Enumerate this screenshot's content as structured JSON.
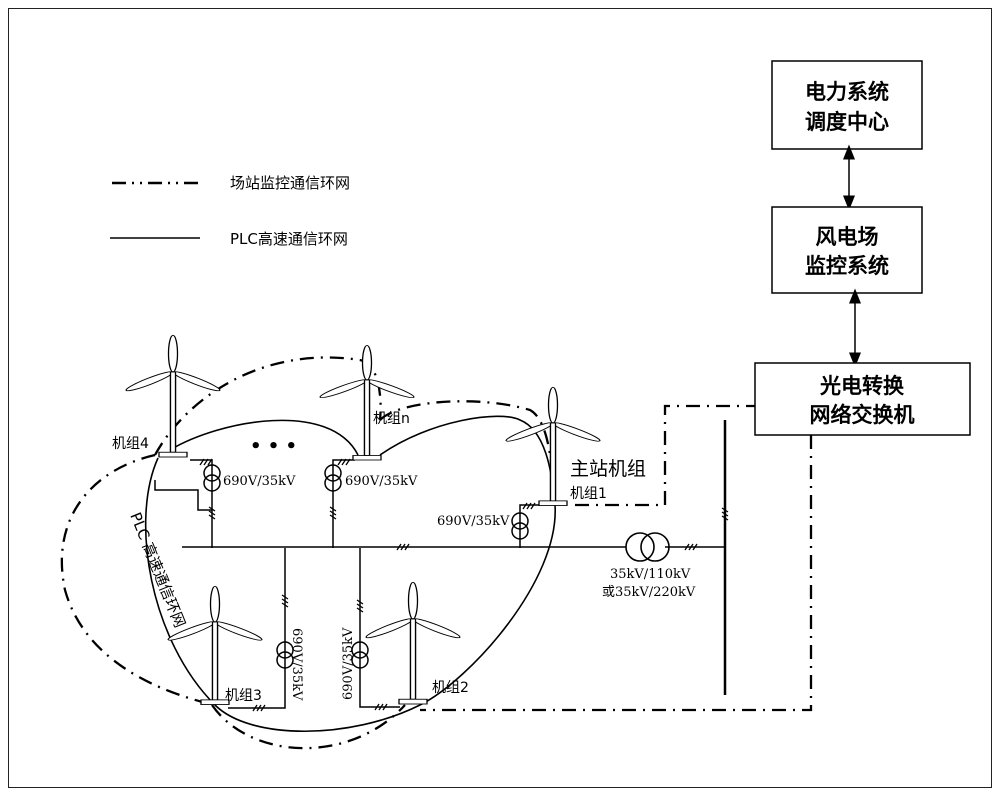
{
  "legend": {
    "station_ring": "场站监控通信环网",
    "plc_ring": "PLC高速通信环网"
  },
  "boxes": {
    "dispatch_center": [
      "电力系统",
      "调度中心"
    ],
    "scada": [
      "风电场",
      "监控系统"
    ],
    "switch": [
      "光电转换",
      "网络交换机"
    ]
  },
  "turbines": {
    "unit4": "机组4",
    "unitn": "机组n",
    "unit1": "机组1",
    "master": "主站机组",
    "unit3": "机组3",
    "unit2": "机组2"
  },
  "transformers": {
    "unit_trafo": "690V/35kV",
    "main_trafo_line1": "35kV/110kV",
    "main_trafo_line2": "或35kV/220kV"
  },
  "ring_label": "PLC 高速通信环网",
  "ellipsis": "• • •",
  "colors": {
    "line": "#000000",
    "background": "#ffffff"
  }
}
